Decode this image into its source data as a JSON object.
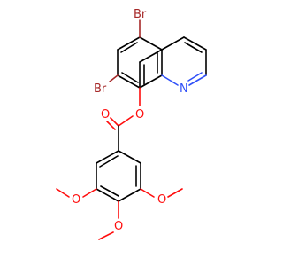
{
  "colors": {
    "background": "#ffffff",
    "bond": "#000000",
    "oxygen": "#ff0d0d",
    "nitrogen": "#3050f8",
    "bromine": "#a62929"
  },
  "labels": {
    "br5": "Br",
    "br7": "Br",
    "n1": "N",
    "o_ester": "O",
    "o_carbonyl": "O",
    "o_meo3": "O",
    "o_meo4": "O",
    "o_meo5": "O"
  }
}
